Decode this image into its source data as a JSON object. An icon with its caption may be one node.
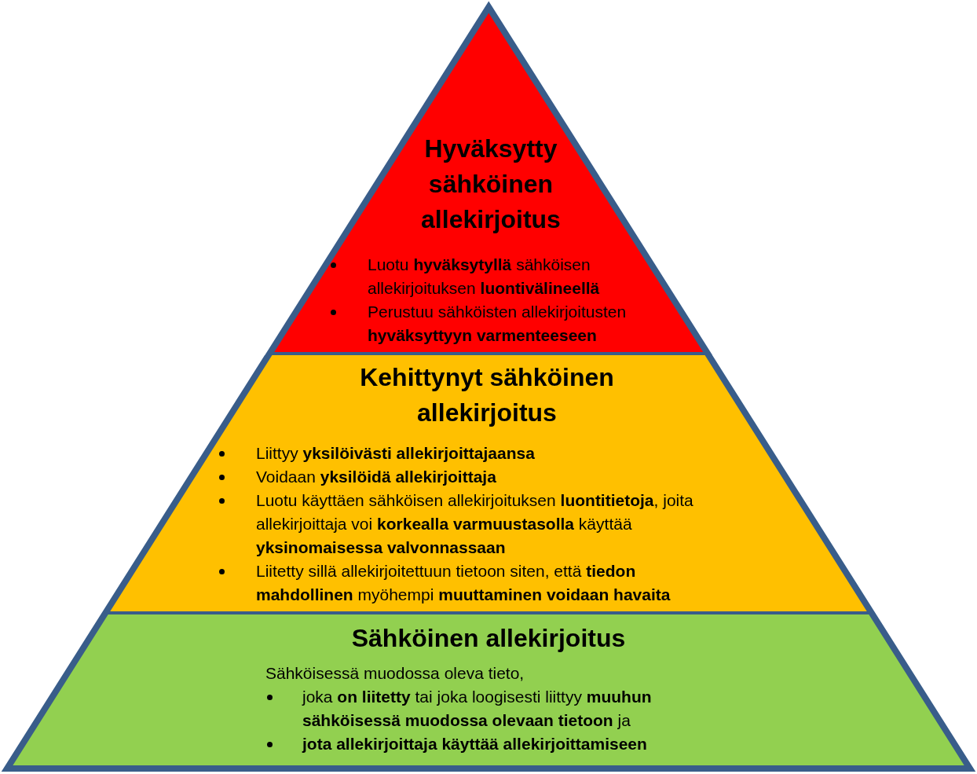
{
  "diagram": {
    "nodes": [
      {
        "text": [
          "Hyväksytty sähköinen allekirjoitus",
          "Luotu **hyväksytyllä** sähköisen allekirjoituksen **luontivälineellä**",
          "Perustuu sähköisten allekirjoitusten **hyväksyttyyn varmenteeseen**"
        ]
      },
      {
        "text": [
          "Kehittynyt sähköinen allekirjoitus",
          "Liittyy **yksilöivästi allekirjoittajaansa**",
          "Voidaan **yksilöidä allekirjoittaja**",
          "Luotu käyttäen sähköisen allekirjoituksen **luontitietoja**, joita allekirjoittaja voi **korkealla varmuustasolla** käyttää **yksinomaisessa valvonnassaan**",
          "Liitetty sillä allekirjoitettuun tietoon siten, että **tiedon mahdollinen** myöhempi **muuttaminen voidaan havaita**"
        ]
      },
      {
        "text": [
          "Sähköinen allekirjoitus",
          "Sähköisessä muodossa oleva tieto,",
          "joka **on liitetty** tai joka loogisesti liittyy **muuhun sähköisessä muodossa olevaan tietoon** ja",
          "jota allekirjoittaja käyttää allekirjoittamiseen"
        ]
      }
    ]
  }
}
